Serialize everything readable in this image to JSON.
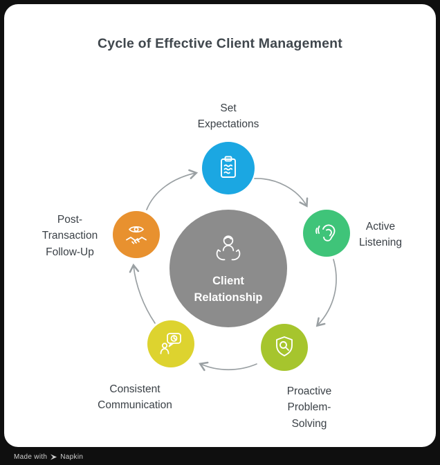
{
  "title": "Cycle of Effective Client Management",
  "colors": {
    "background": "#0f0f0f",
    "canvas": "#ffffff",
    "title_text": "#40474d",
    "label_text": "#3a4046",
    "arrow": "#9aa0a3"
  },
  "center": {
    "label": "Client\nRelationship",
    "color": "#8c8c8c",
    "text_color": "#ffffff",
    "icon": "client-care-icon"
  },
  "nodes": [
    {
      "id": "set-expectations",
      "label": "Set\nExpectations",
      "color": "#1ba7e2",
      "icon": "clipboard-checklist-icon",
      "position": "top"
    },
    {
      "id": "active-listening",
      "label": "Active\nListening",
      "color": "#3fc479",
      "icon": "ear-icon",
      "position": "right"
    },
    {
      "id": "proactive-problem-solving",
      "label": "Proactive\nProblem-\nSolving",
      "color": "#a6c52d",
      "icon": "shield-search-icon",
      "position": "bottom-right"
    },
    {
      "id": "consistent-communication",
      "label": "Consistent\nCommunication",
      "color": "#ddd32f",
      "icon": "person-chat-clock-icon",
      "position": "bottom-left"
    },
    {
      "id": "post-transaction-follow-up",
      "label": "Post-\nTransaction\nFollow-Up",
      "color": "#e8912f",
      "icon": "eye-handshake-icon",
      "position": "left"
    }
  ],
  "arrows": [
    {
      "from": "set-expectations",
      "to": "active-listening"
    },
    {
      "from": "active-listening",
      "to": "proactive-problem-solving"
    },
    {
      "from": "proactive-problem-solving",
      "to": "consistent-communication"
    },
    {
      "from": "consistent-communication",
      "to": "post-transaction-follow-up"
    },
    {
      "from": "post-transaction-follow-up",
      "to": "set-expectations"
    }
  ],
  "watermark": {
    "made_with": "Made with",
    "brand": "Napkin"
  }
}
